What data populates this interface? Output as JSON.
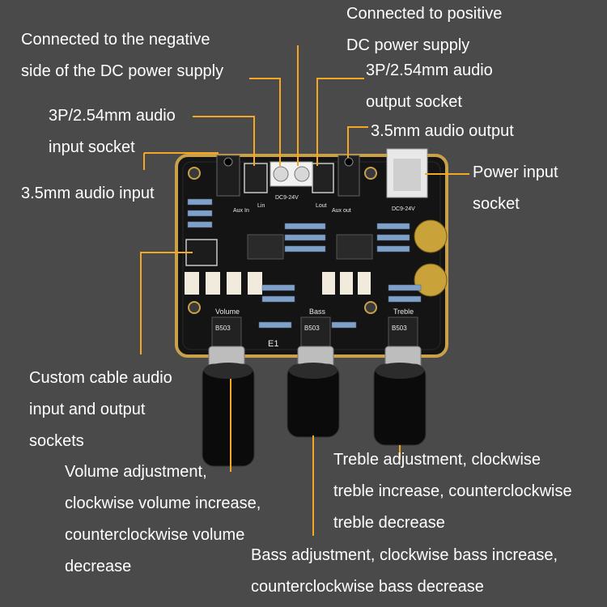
{
  "colors": {
    "background": "#4a4a4a",
    "pointer": "#f5a623",
    "board": "#141414",
    "board_edge": "#c8a14a",
    "text": "#ffffff"
  },
  "labels": {
    "negative": [
      "Connected to the negative",
      "side of the DC power supply"
    ],
    "positive": [
      "Connected to positive",
      "DC power supply"
    ],
    "audio_output_socket": [
      "3P/2.54mm audio",
      "output socket"
    ],
    "audio_input_socket": [
      "3P/2.54mm audio",
      "input socket"
    ],
    "audio_output_35": "3.5mm audio output",
    "audio_input_35": "3.5mm audio input",
    "power_input": [
      "Power input",
      "socket"
    ],
    "custom_cable": [
      "Custom cable audio",
      "input and output",
      "sockets"
    ],
    "volume": [
      "Volume adjustment,",
      "clockwise volume increase,",
      "counterclockwise volume",
      "decrease"
    ],
    "treble": [
      "Treble adjustment, clockwise",
      "treble increase, counterclockwise",
      "treble decrease"
    ],
    "bass": [
      "Bass adjustment, clockwise bass increase,",
      "counterclockwise bass decrease"
    ]
  },
  "board": {
    "silkscreen_volume": "Volume",
    "silkscreen_bass": "Bass",
    "silkscreen_treble": "Treble",
    "silkscreen_board_id": "E1",
    "silkscreen_lin": "Lin",
    "silkscreen_aux_in": "Aux In",
    "silkscreen_lout": "Lout",
    "silkscreen_aux_out": "Aux out",
    "silkscreen_dc_left": "DC9-24V",
    "silkscreen_dc_right": "DC9-24V",
    "pot_code": "B503"
  }
}
